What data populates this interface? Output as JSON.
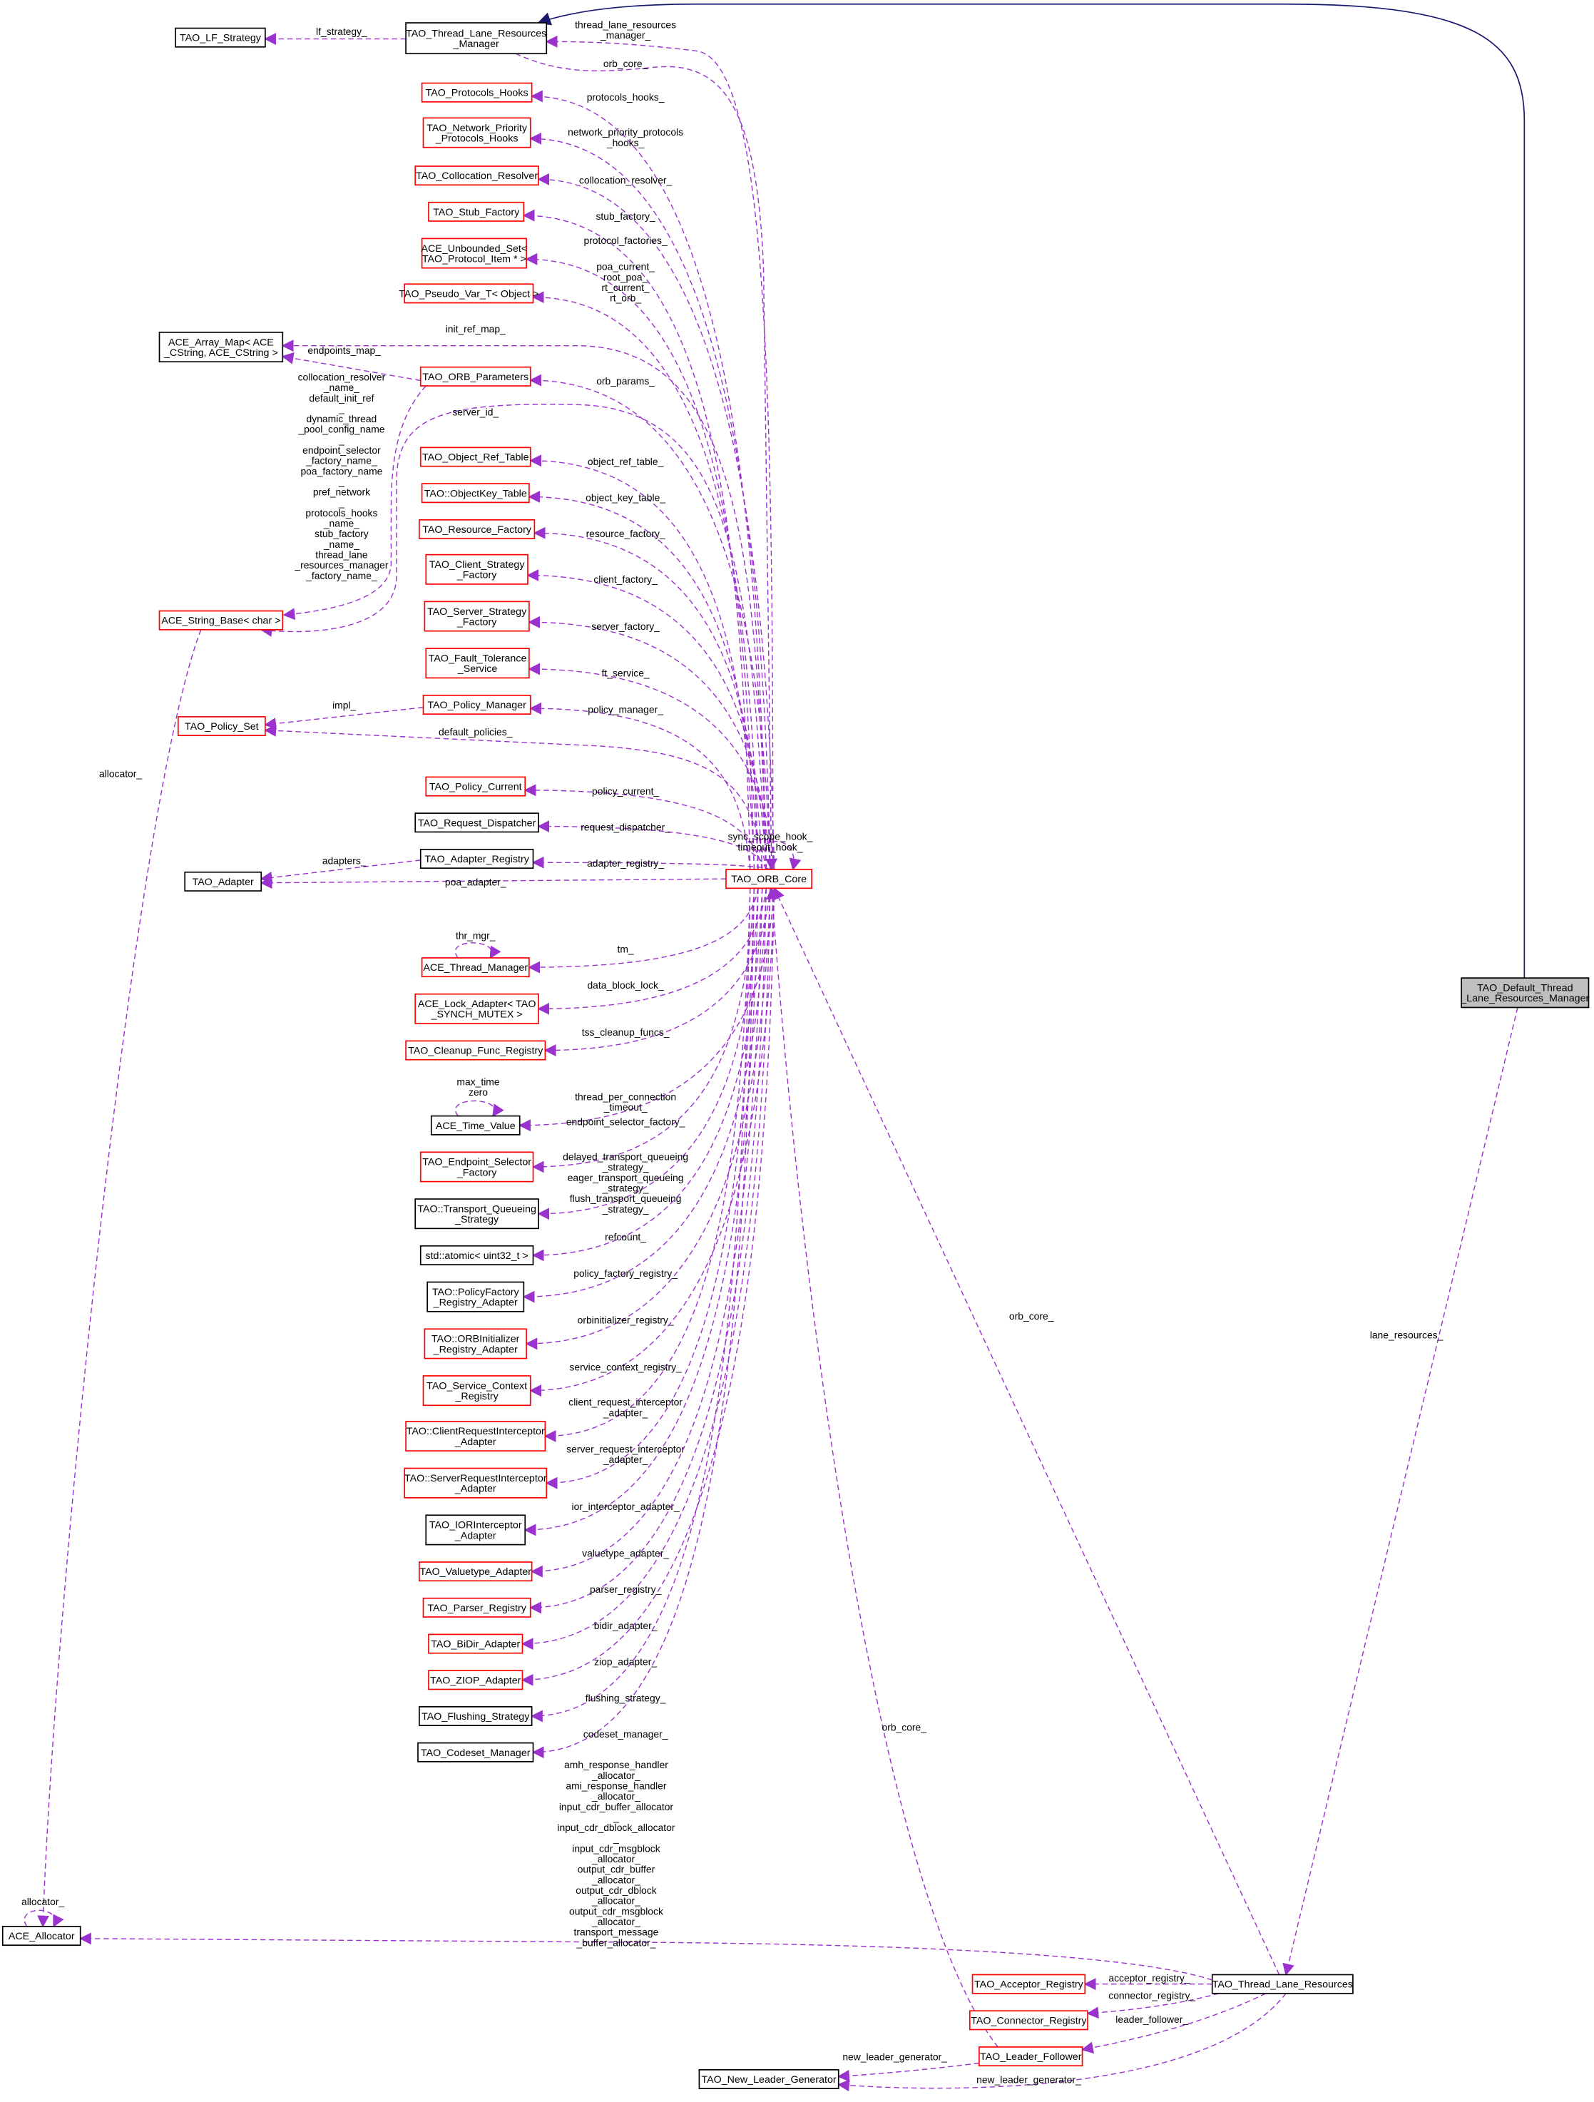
{
  "colors": {
    "edge": "#9a32cd",
    "inheritance_edge": "#191970",
    "red_border": "#ff0000",
    "black_border": "#000000",
    "focus_fill": "#bfbfbf"
  },
  "nodes": [
    {
      "id": "lf",
      "label": [
        "TAO_LF_Strategy"
      ],
      "border": "black"
    },
    {
      "id": "tlrm",
      "label": [
        "TAO_Thread_Lane_Resources",
        "_Manager"
      ],
      "border": "black"
    },
    {
      "id": "ph",
      "label": [
        "TAO_Protocols_Hooks"
      ],
      "border": "red"
    },
    {
      "id": "npph",
      "label": [
        "TAO_Network_Priority",
        "_Protocols_Hooks"
      ],
      "border": "red"
    },
    {
      "id": "cr",
      "label": [
        "TAO_Collocation_Resolver"
      ],
      "border": "red"
    },
    {
      "id": "sf",
      "label": [
        "TAO_Stub_Factory"
      ],
      "border": "red"
    },
    {
      "id": "us",
      "label": [
        "ACE_Unbounded_Set<",
        "TAO_Protocol_Item * >"
      ],
      "border": "red"
    },
    {
      "id": "pv",
      "label": [
        "TAO_Pseudo_Var_T< Object >"
      ],
      "border": "red"
    },
    {
      "id": "am",
      "label": [
        "ACE_Array_Map< ACE",
        "_CString, ACE_CString >"
      ],
      "border": "black"
    },
    {
      "id": "op",
      "label": [
        "TAO_ORB_Parameters"
      ],
      "border": "red"
    },
    {
      "id": "ort",
      "label": [
        "TAO_Object_Ref_Table"
      ],
      "border": "red"
    },
    {
      "id": "okt",
      "label": [
        "TAO::ObjectKey_Table"
      ],
      "border": "red"
    },
    {
      "id": "rf",
      "label": [
        "TAO_Resource_Factory"
      ],
      "border": "red"
    },
    {
      "id": "csf",
      "label": [
        "TAO_Client_Strategy",
        "_Factory"
      ],
      "border": "red"
    },
    {
      "id": "ssf",
      "label": [
        "TAO_Server_Strategy",
        "_Factory"
      ],
      "border": "red"
    },
    {
      "id": "ft",
      "label": [
        "TAO_Fault_Tolerance",
        "_Service"
      ],
      "border": "red"
    },
    {
      "id": "pm",
      "label": [
        "TAO_Policy_Manager"
      ],
      "border": "red"
    },
    {
      "id": "sb",
      "label": [
        "ACE_String_Base< char >"
      ],
      "border": "red"
    },
    {
      "id": "ps",
      "label": [
        "TAO_Policy_Set"
      ],
      "border": "red"
    },
    {
      "id": "pc",
      "label": [
        "TAO_Policy_Current"
      ],
      "border": "red"
    },
    {
      "id": "rd",
      "label": [
        "TAO_Request_Dispatcher"
      ],
      "border": "black"
    },
    {
      "id": "ar",
      "label": [
        "TAO_Adapter_Registry"
      ],
      "border": "black"
    },
    {
      "id": "ad",
      "label": [
        "TAO_Adapter"
      ],
      "border": "black"
    },
    {
      "id": "core",
      "label": [
        "TAO_ORB_Core"
      ],
      "border": "red"
    },
    {
      "id": "tm",
      "label": [
        "ACE_Thread_Manager"
      ],
      "border": "red"
    },
    {
      "id": "la",
      "label": [
        "ACE_Lock_Adapter< TAO",
        "_SYNCH_MUTEX >"
      ],
      "border": "red"
    },
    {
      "id": "cf",
      "label": [
        "TAO_Cleanup_Func_Registry"
      ],
      "border": "red"
    },
    {
      "id": "tv",
      "label": [
        "ACE_Time_Value"
      ],
      "border": "black"
    },
    {
      "id": "es",
      "label": [
        "TAO_Endpoint_Selector",
        "_Factory"
      ],
      "border": "red"
    },
    {
      "id": "tq",
      "label": [
        "TAO::Transport_Queueing",
        "_Strategy"
      ],
      "border": "black"
    },
    {
      "id": "at",
      "label": [
        "std::atomic< uint32_t >"
      ],
      "border": "black"
    },
    {
      "id": "pf",
      "label": [
        "TAO::PolicyFactory",
        "_Registry_Adapter"
      ],
      "border": "black"
    },
    {
      "id": "oi",
      "label": [
        "TAO::ORBInitializer",
        "_Registry_Adapter"
      ],
      "border": "red"
    },
    {
      "id": "sc",
      "label": [
        "TAO_Service_Context",
        "_Registry"
      ],
      "border": "red"
    },
    {
      "id": "cri",
      "label": [
        "TAO::ClientRequestInterceptor",
        "_Adapter"
      ],
      "border": "red"
    },
    {
      "id": "sri",
      "label": [
        "TAO::ServerRequestInterceptor",
        "_Adapter"
      ],
      "border": "red"
    },
    {
      "id": "iori",
      "label": [
        "TAO_IORInterceptor",
        "_Adapter"
      ],
      "border": "black"
    },
    {
      "id": "va",
      "label": [
        "TAO_Valuetype_Adapter"
      ],
      "border": "red"
    },
    {
      "id": "pr",
      "label": [
        "TAO_Parser_Registry"
      ],
      "border": "red"
    },
    {
      "id": "bd",
      "label": [
        "TAO_BiDir_Adapter"
      ],
      "border": "red"
    },
    {
      "id": "zi",
      "label": [
        "TAO_ZIOP_Adapter"
      ],
      "border": "red"
    },
    {
      "id": "fs",
      "label": [
        "TAO_Flushing_Strategy"
      ],
      "border": "black"
    },
    {
      "id": "cm",
      "label": [
        "TAO_Codeset_Manager"
      ],
      "border": "black"
    },
    {
      "id": "al",
      "label": [
        "ACE_Allocator"
      ],
      "border": "black"
    },
    {
      "id": "dtlrm",
      "label": [
        "TAO_Default_Thread",
        "_Lane_Resources_Manager"
      ],
      "border": "black",
      "focus": true
    },
    {
      "id": "tlr",
      "label": [
        "TAO_Thread_Lane_Resources"
      ],
      "border": "black"
    },
    {
      "id": "acc",
      "label": [
        "TAO_Acceptor_Registry"
      ],
      "border": "red"
    },
    {
      "id": "con",
      "label": [
        "TAO_Connector_Registry"
      ],
      "border": "red"
    },
    {
      "id": "lfo",
      "label": [
        "TAO_Leader_Follower"
      ],
      "border": "red"
    },
    {
      "id": "nlg",
      "label": [
        "TAO_New_Leader_Generator"
      ],
      "border": "black"
    }
  ],
  "edges": [
    {
      "from": "dtlrm",
      "to": "tlrm",
      "style": "solid",
      "label": []
    },
    {
      "from": "tlrm",
      "to": "lf",
      "label": [
        "lf_strategy_"
      ]
    },
    {
      "from": "core",
      "to": "tlrm",
      "label": [
        "thread_lane_resources",
        "_manager_"
      ]
    },
    {
      "from": "tlrm",
      "to": "core",
      "label": [
        "orb_core_"
      ]
    },
    {
      "from": "core",
      "to": "ph",
      "label": [
        "protocols_hooks_"
      ]
    },
    {
      "from": "core",
      "to": "npph",
      "label": [
        "network_priority_protocols",
        "_hooks_"
      ]
    },
    {
      "from": "core",
      "to": "cr",
      "label": [
        "collocation_resolver_"
      ]
    },
    {
      "from": "core",
      "to": "sf",
      "label": [
        "stub_factory_"
      ]
    },
    {
      "from": "core",
      "to": "us",
      "label": [
        "protocol_factories_"
      ]
    },
    {
      "from": "core",
      "to": "pv",
      "label": [
        "poa_current_",
        "root_poa_",
        "rt_current_",
        "rt_orb_"
      ]
    },
    {
      "from": "core",
      "to": "am",
      "label": [
        "init_ref_map_"
      ]
    },
    {
      "from": "op",
      "to": "am",
      "label": [
        "endpoints_map_"
      ]
    },
    {
      "from": "core",
      "to": "op",
      "label": [
        "orb_params_"
      ]
    },
    {
      "from": "op",
      "to": "sb",
      "label": [
        "collocation_resolver",
        "_name_",
        "default_init_ref",
        "_",
        "dynamic_thread",
        "_pool_config_name",
        "_",
        "endpoint_selector",
        "_factory_name_",
        "poa_factory_name",
        "_",
        "pref_network",
        "_",
        "protocols_hooks",
        "_name_",
        "stub_factory",
        "_name_",
        "thread_lane",
        "_resources_manager",
        "_factory_name_"
      ]
    },
    {
      "from": "core",
      "to": "sb",
      "label": [
        "server_id_"
      ]
    },
    {
      "from": "core",
      "to": "ort",
      "label": [
        "object_ref_table_"
      ]
    },
    {
      "from": "core",
      "to": "okt",
      "label": [
        "object_key_table_"
      ]
    },
    {
      "from": "core",
      "to": "rf",
      "label": [
        "resource_factory_"
      ]
    },
    {
      "from": "core",
      "to": "csf",
      "label": [
        "client_factory_"
      ]
    },
    {
      "from": "core",
      "to": "ssf",
      "label": [
        "server_factory_"
      ]
    },
    {
      "from": "core",
      "to": "ft",
      "label": [
        "ft_service_"
      ]
    },
    {
      "from": "core",
      "to": "pm",
      "label": [
        "policy_manager_"
      ]
    },
    {
      "from": "pm",
      "to": "ps",
      "label": [
        "impl_"
      ]
    },
    {
      "from": "core",
      "to": "ps",
      "label": [
        "default_policies_"
      ]
    },
    {
      "from": "core",
      "to": "pc",
      "label": [
        "policy_current_"
      ]
    },
    {
      "from": "core",
      "to": "rd",
      "label": [
        "request_dispatcher_"
      ]
    },
    {
      "from": "core",
      "to": "ar",
      "label": [
        "adapter_registry_"
      ]
    },
    {
      "from": "ar",
      "to": "ad",
      "label": [
        "adapters_"
      ]
    },
    {
      "from": "core",
      "to": "ad",
      "label": [
        "poa_adapter_"
      ]
    },
    {
      "from": "core",
      "to": "core",
      "label": [
        "sync_scope_hook_",
        "timeout_hook_"
      ]
    },
    {
      "from": "core",
      "to": "tm",
      "label": [
        "tm_"
      ]
    },
    {
      "from": "tm",
      "to": "tm",
      "label": [
        "thr_mgr_"
      ]
    },
    {
      "from": "core",
      "to": "la",
      "label": [
        "data_block_lock_"
      ]
    },
    {
      "from": "core",
      "to": "cf",
      "label": [
        "tss_cleanup_funcs_"
      ]
    },
    {
      "from": "core",
      "to": "tv",
      "label": [
        "thread_per_connection",
        "_timeout_"
      ]
    },
    {
      "from": "tv",
      "to": "tv",
      "label": [
        "max_time",
        "zero"
      ]
    },
    {
      "from": "core",
      "to": "es",
      "label": [
        "endpoint_selector_factory_"
      ]
    },
    {
      "from": "core",
      "to": "tq",
      "label": [
        "delayed_transport_queueing",
        "_strategy_",
        "eager_transport_queueing",
        "_strategy_",
        "flush_transport_queueing",
        "_strategy_"
      ]
    },
    {
      "from": "core",
      "to": "at",
      "label": [
        "refcount_"
      ]
    },
    {
      "from": "core",
      "to": "pf",
      "label": [
        "policy_factory_registry_"
      ]
    },
    {
      "from": "core",
      "to": "oi",
      "label": [
        "orbinitializer_registry_"
      ]
    },
    {
      "from": "core",
      "to": "sc",
      "label": [
        "service_context_registry_"
      ]
    },
    {
      "from": "core",
      "to": "cri",
      "label": [
        "client_request_interceptor",
        "_adapter_"
      ]
    },
    {
      "from": "core",
      "to": "sri",
      "label": [
        "server_request_interceptor",
        "_adapter_"
      ]
    },
    {
      "from": "core",
      "to": "iori",
      "label": [
        "ior_interceptor_adapter_"
      ]
    },
    {
      "from": "core",
      "to": "va",
      "label": [
        "valuetype_adapter_"
      ]
    },
    {
      "from": "core",
      "to": "pr",
      "label": [
        "parser_registry_"
      ]
    },
    {
      "from": "core",
      "to": "bd",
      "label": [
        "bidir_adapter_"
      ]
    },
    {
      "from": "core",
      "to": "zi",
      "label": [
        "ziop_adapter_"
      ]
    },
    {
      "from": "core",
      "to": "fs",
      "label": [
        "flushing_strategy_"
      ]
    },
    {
      "from": "core",
      "to": "cm",
      "label": [
        "codeset_manager_"
      ]
    },
    {
      "from": "sb",
      "to": "al",
      "label": [
        "allocator_"
      ]
    },
    {
      "from": "al",
      "to": "al",
      "label": [
        "allocator_"
      ]
    },
    {
      "from": "tlr",
      "to": "al",
      "label": [
        "amh_response_handler",
        "_allocator_",
        "ami_response_handler",
        "_allocator_",
        "input_cdr_buffer_allocator",
        "_",
        "input_cdr_dblock_allocator",
        "_",
        "input_cdr_msgblock",
        "_allocator_",
        "output_cdr_buffer",
        "_allocator_",
        "output_cdr_dblock",
        "_allocator_",
        "output_cdr_msgblock",
        "_allocator_",
        "transport_message",
        "_buffer_allocator_"
      ]
    },
    {
      "from": "tlr",
      "to": "core",
      "label": [
        "orb_core_"
      ]
    },
    {
      "from": "lfo",
      "to": "core",
      "label": [
        "orb_core_"
      ]
    },
    {
      "from": "dtlrm",
      "to": "tlr",
      "label": [
        "lane_resources_"
      ]
    },
    {
      "from": "tlr",
      "to": "acc",
      "label": [
        "acceptor_registry_"
      ]
    },
    {
      "from": "tlr",
      "to": "con",
      "label": [
        "connector_registry_"
      ]
    },
    {
      "from": "tlr",
      "to": "lfo",
      "label": [
        "leader_follower_"
      ]
    },
    {
      "from": "lfo",
      "to": "nlg",
      "label": [
        "new_leader_generator_"
      ]
    },
    {
      "from": "tlr",
      "to": "nlg",
      "label": [
        "new_leader_generator_"
      ]
    }
  ]
}
